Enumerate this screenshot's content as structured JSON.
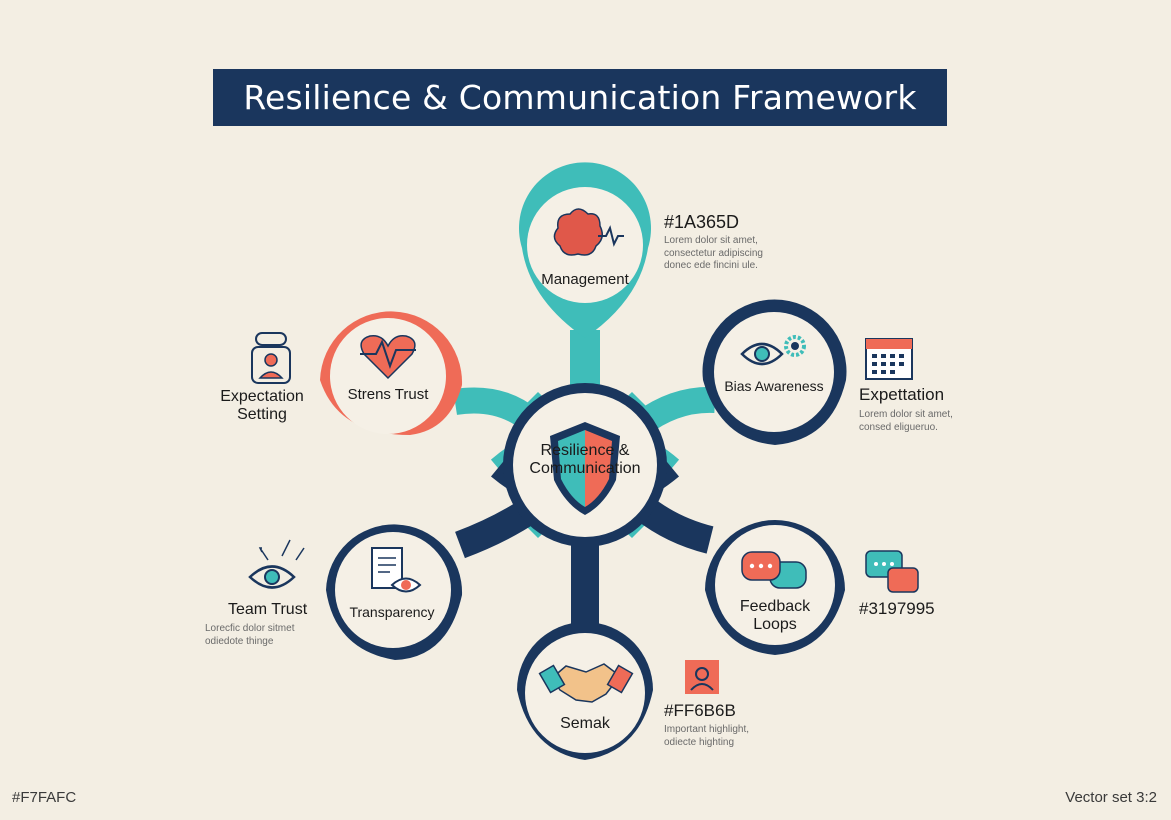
{
  "title": "Resilience & Communication Framework",
  "colors": {
    "navy": "#1A365D",
    "teal": "#3FBDB9",
    "coral": "#EF6B57",
    "background": "#F3EEE3"
  },
  "center": {
    "label": "Resilience & Communication",
    "icon": "shield-icon"
  },
  "nodes": {
    "management": {
      "label": "Management",
      "icon": "brain-heartbeat-icon"
    },
    "strens_trust": {
      "label": "Strens Trust",
      "icon": "heart-pulse-icon"
    },
    "bias_awareness": {
      "label": "Bias Awareness",
      "icon": "eye-gear-icon"
    },
    "transparency": {
      "label": "Transparency",
      "icon": "document-eye-icon"
    },
    "feedback_loops": {
      "label": "Feedback Loops",
      "icon": "chat-bubbles-icon"
    },
    "semak": {
      "label": "Semak",
      "icon": "handshake-icon"
    }
  },
  "side_notes": {
    "top_right": {
      "title": "#1A365D",
      "desc": "Lorem dolor sit amet, consectetur adipiscing donec ede fincini ule."
    },
    "left_top": {
      "title": "Expectation Setting",
      "icon": "person-badge-icon"
    },
    "right_top": {
      "title": "Expettation",
      "desc": "Lorem dolor sit amet, consed eligueruo.",
      "icon": "calendar-icon"
    },
    "left_bottom": {
      "title": "Team Trust",
      "desc": "Lorecfic dolor sitmet odiedote thinge",
      "icon": "eye-arrows-icon"
    },
    "right_bottom": {
      "title": "#3197995",
      "icon": "chat-bubbles-small-icon"
    },
    "bottom_right": {
      "title": "#FF6B6B",
      "desc": "Important highlight, odiecte highting",
      "icon": "person-square-icon"
    }
  },
  "footer": {
    "left": "#F7FAFC",
    "right": "Vector set 3:2"
  }
}
